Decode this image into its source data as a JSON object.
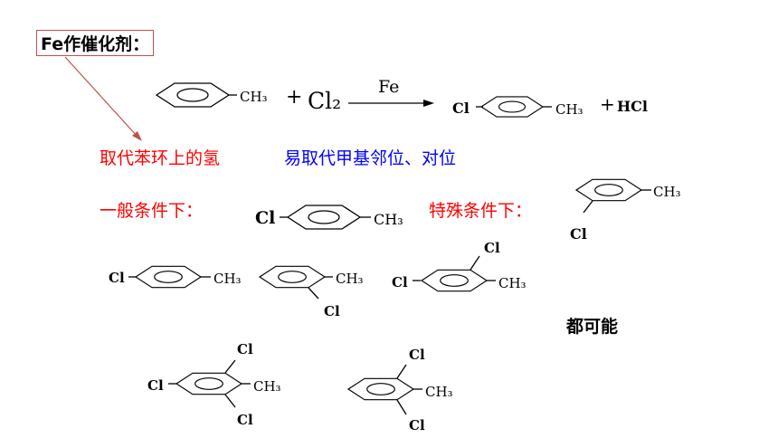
{
  "catalyst_label": "Fe作催化剂：",
  "substitution_note": "取代苯环上的氢",
  "position_note": "易取代甲基邻位、对位",
  "general_conditions": "一般条件下：",
  "special_conditions": "特殊条件下：",
  "conclusion": "都可能",
  "reaction": {
    "reactant_group": "CH₃",
    "plus1": "+",
    "reagent": "Cl₂",
    "catalyst": "Fe",
    "product_substituent": "Cl",
    "product_group": "CH₃",
    "plus2": "+",
    "byproduct": "HCl"
  },
  "labels": {
    "cl": "Cl",
    "ch3": "CH₃"
  }
}
